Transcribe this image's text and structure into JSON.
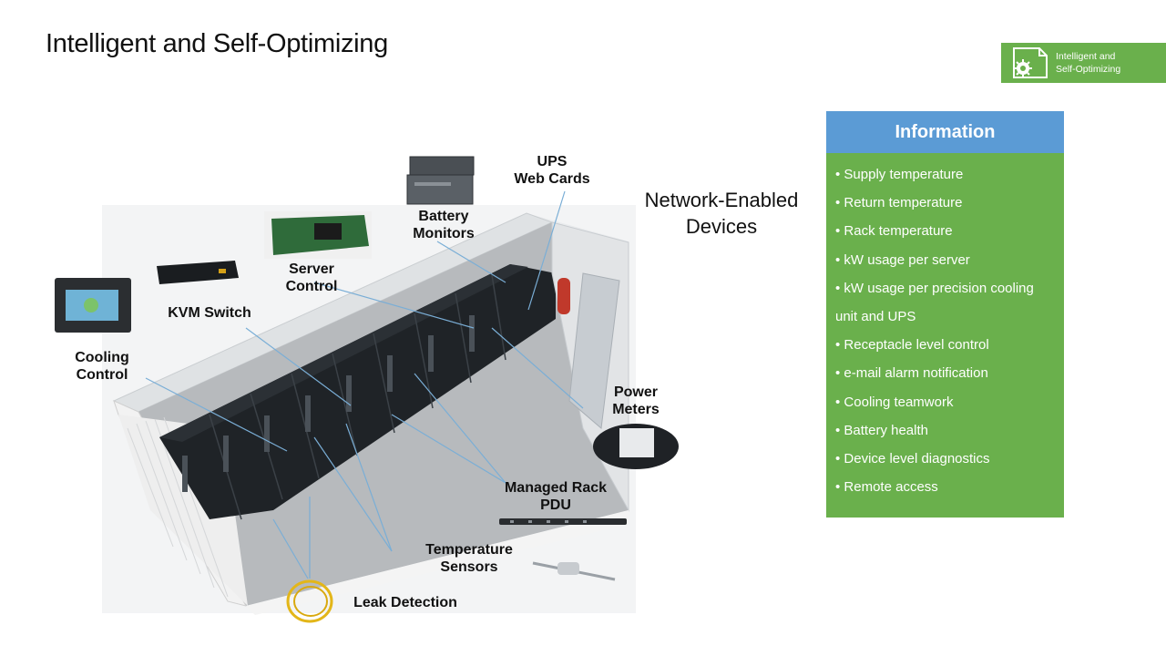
{
  "slide": {
    "title": "Intelligent and Self-Optimizing"
  },
  "badge": {
    "line1": "Intelligent and",
    "line2": "Self-Optimizing",
    "icon": "document-gear-icon"
  },
  "heading": {
    "line1": "Network-Enabled",
    "line2": "Devices"
  },
  "info": {
    "title": "Information",
    "items": [
      "Supply temperature",
      "Return temperature",
      "Rack temperature",
      "kW usage per server",
      "kW usage per precision  cooling unit and UPS",
      "Receptacle level control",
      "e-mail alarm notification",
      "Cooling teamwork",
      "Battery health",
      "Device level diagnostics",
      "Remote access"
    ]
  },
  "labels": {
    "ups": {
      "line1": "UPS",
      "line2": "Web Cards"
    },
    "battery": {
      "line1": "Battery",
      "line2": "Monitors"
    },
    "server": {
      "line1": "Server",
      "line2": "Control"
    },
    "kvm": {
      "line1": "KVM Switch"
    },
    "cooling": {
      "line1": "Cooling",
      "line2": "Control"
    },
    "power": {
      "line1": "Power",
      "line2": "Meters"
    },
    "pdu": {
      "line1": "Managed Rack",
      "line2": "PDU"
    },
    "temp": {
      "line1": "Temperature",
      "line2": "Sensors"
    },
    "leak": {
      "line1": "Leak Detection"
    }
  },
  "colors": {
    "green": "#6ab04c",
    "blue": "#5b9bd5",
    "callout_line": "#7aaed6"
  }
}
